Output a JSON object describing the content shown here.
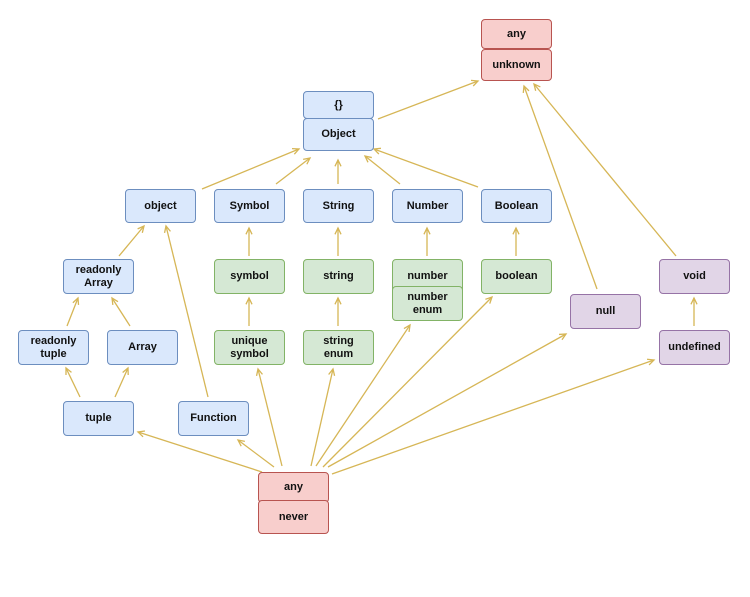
{
  "colors": {
    "edge": "#d6b656",
    "blue_fill": "#dae8fc",
    "blue_stroke": "#6c8ebf",
    "green_fill": "#d5e8d4",
    "green_stroke": "#82b366",
    "red_fill": "#f8cecc",
    "red_stroke": "#b85450",
    "purple_fill": "#e1d5e7",
    "purple_stroke": "#9673a6"
  },
  "nodes": {
    "any_top": "any",
    "unknown": "unknown",
    "empty_object": "{}",
    "Object": "Object",
    "object": "object",
    "Symbol": "Symbol",
    "String": "String",
    "Number": "Number",
    "Boolean": "Boolean",
    "readonly_array": "readonly\nArray",
    "symbol": "symbol",
    "string": "string",
    "number": "number",
    "number_enum": "number\nenum",
    "boolean": "boolean",
    "void": "void",
    "null": "null",
    "readonly_tuple": "readonly\ntuple",
    "Array": "Array",
    "unique_symbol": "unique\nsymbol",
    "string_enum": "string\nenum",
    "undefined": "undefined",
    "tuple": "tuple",
    "Function": "Function",
    "any_bottom": "any",
    "never": "never"
  }
}
